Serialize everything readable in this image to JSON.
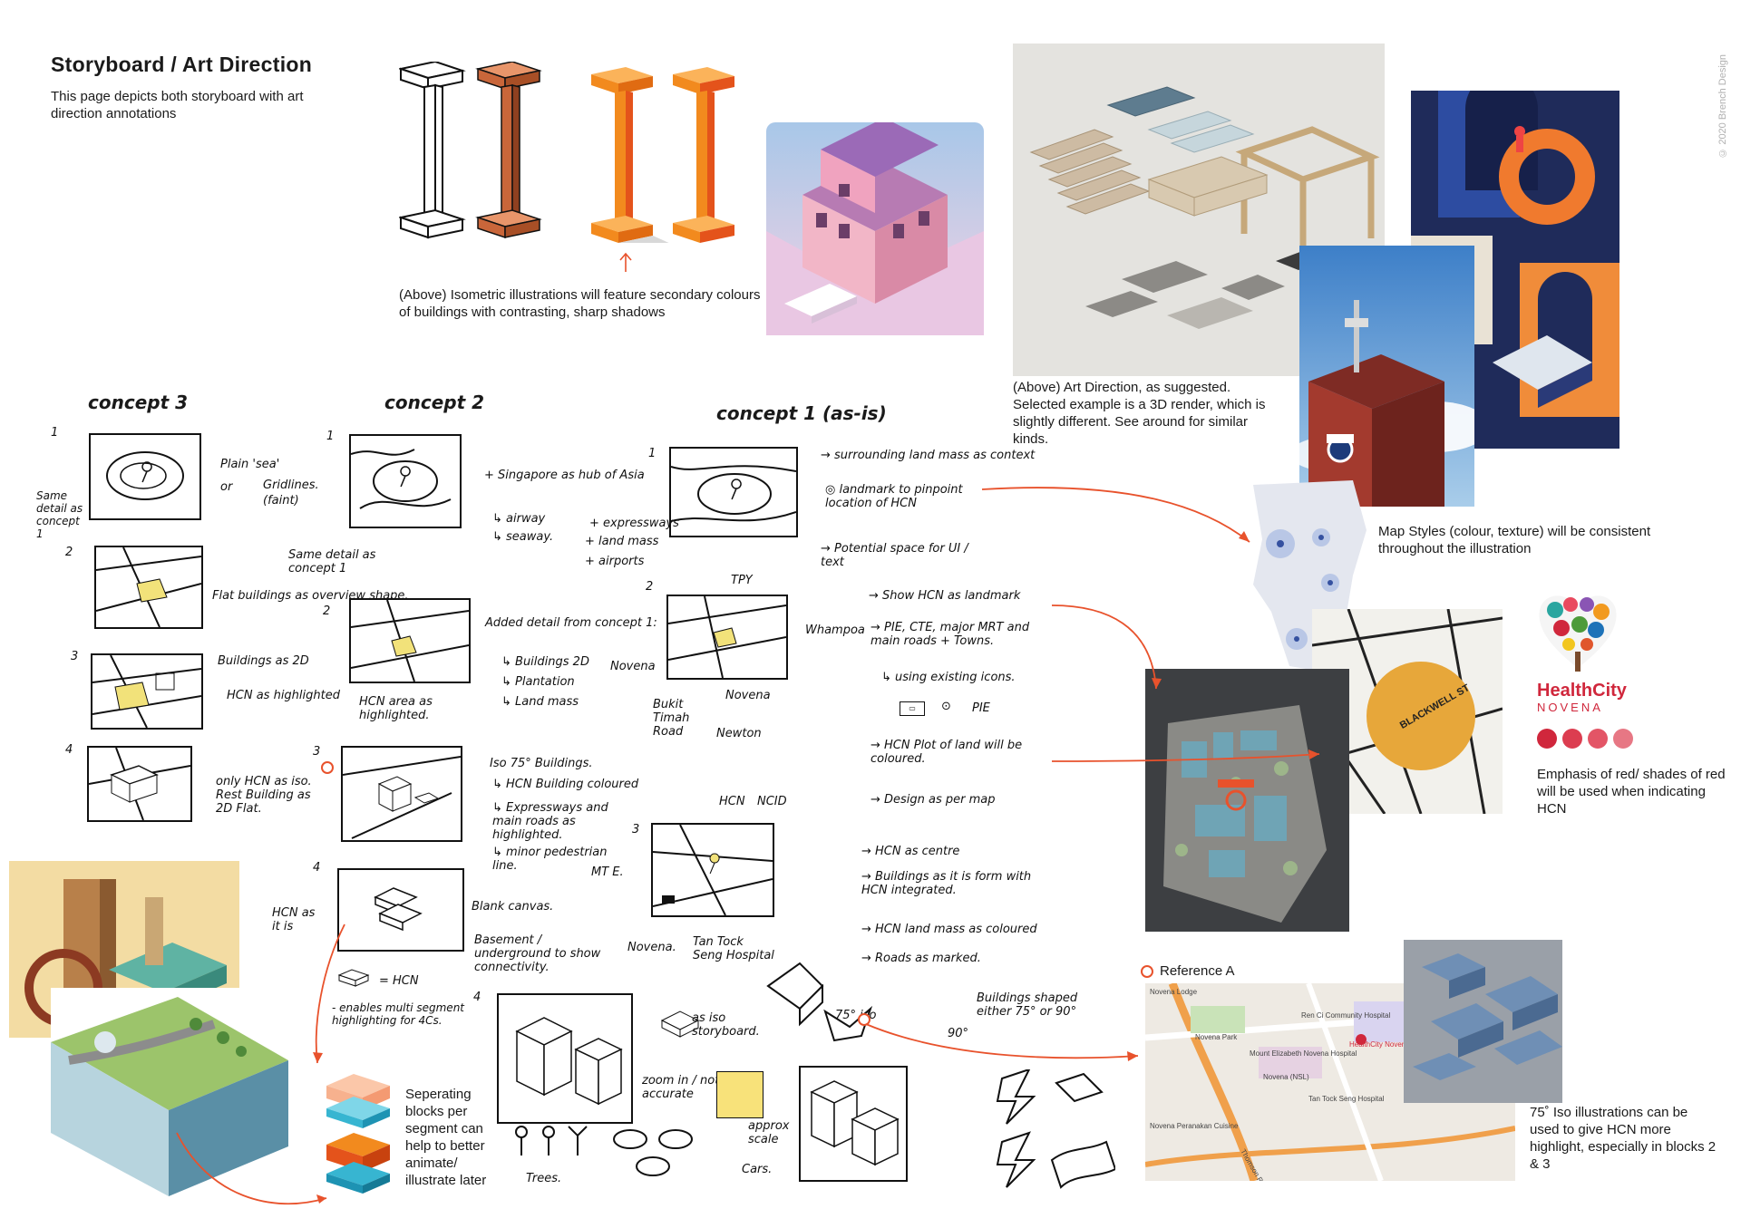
{
  "page": {
    "title": "Storyboard / Art Direction",
    "subtitle": "This page depicts both storyboard with art direction annotations",
    "copyright": "© 2020 Brench Design"
  },
  "captions": {
    "isometric": "(Above) Isometric illustrations will feature secondary colours of  buildings with contrasting, sharp shadows",
    "art_direction": "(Above) Art Direction, as suggested. Selected example is a 3D render, which is slightly different. See around for similar kinds.",
    "map_styles": "Map Styles (colour, texture) will be consistent throughout the illustration",
    "emphasis": "Emphasis of red/ shades of red will be used when indicating HCN",
    "separating": "Seperating blocks per segment can help to better animate/ illustrate later",
    "reference_a": "Reference A",
    "iso75": "75˚ Iso illustrations can be used to give HCN more highlight, especially in blocks 2 & 3"
  },
  "logo": {
    "name": "HealthCity",
    "sub": "NOVENA"
  },
  "concepts": {
    "c3": "concept 3",
    "c2": "concept 2",
    "c1": "concept 1 (as-is)"
  },
  "notes": {
    "c3_1a": "Plain 'sea'",
    "c3_1b": "or",
    "c3_1c": "Gridlines.",
    "c3_1d": "(faint)",
    "c3_same": "Same detail as concept 1",
    "c3_2": "Flat buildings as overview shape.",
    "c3_3a": "Buildings as 2D",
    "c3_3b": "HCN as highlighted",
    "c3_4": "only HCN as iso. Rest Building as 2D Flat.",
    "c2_1a": "+ Singapore as hub of Asia",
    "c2_1b": "↳ airway",
    "c2_1c": "↳ seaway.",
    "c2_same": "Same detail as concept 1",
    "c2_2a": "Added detail from concept 1:",
    "c2_2b": "↳ Buildings 2D",
    "c2_2c": "↳ Plantation",
    "c2_2d": "↳ Land mass",
    "c2_2e": "HCN area as highlighted.",
    "c2_3a": "Iso 75° Buildings.",
    "c2_3b": "↳ HCN Building coloured",
    "c2_3c": "↳ Expressways and main roads as highlighted.",
    "c2_3d": "↳ minor pedestrian line.",
    "c2_4a": "Blank canvas.",
    "c2_4b": "HCN as it is",
    "c2_4c": "Basement / underground to show connectivity.",
    "c2_4d": "= HCN",
    "c2_4e": "- enables multi segment highlighting for 4Cs.",
    "c1_1a": "+ expressways",
    "c1_1b": "+ land mass",
    "c1_1c": "+ airports",
    "c1_r1": "→ surrounding land mass as context",
    "c1_r2": "◎ landmark to pinpoint location of HCN",
    "c1_r3": "→ Potential space for UI / text",
    "c1_2a": "TPY",
    "c1_2b": "Whampoa",
    "c1_2c": "Novena",
    "c1_2d": "Bukit Timah Road",
    "c1_2e": "Novena",
    "c1_2f": "Newton",
    "c1_r4": "→ Show HCN as landmark",
    "c1_r5": "→ PIE, CTE, major MRT and main roads + Towns.",
    "c1_r6": "↳ using existing icons.",
    "c1_r7": "PIE",
    "c1_r8": "→ HCN Plot of land will be coloured.",
    "c1_r9": "→ Design as per map",
    "c1_3a": "HCN",
    "c1_3b": "NCID",
    "c1_3c": "MT E.",
    "c1_3d": "Novena.",
    "c1_3e": "Tan Tock Seng Hospital",
    "c1_r10": "→ HCN as centre",
    "c1_r11": "→ Buildings as it is form with HCN integrated.",
    "c1_r12": "→ HCN land mass as coloured",
    "c1_r13": "→ Roads as marked.",
    "c1_4a": "as iso storyboard.",
    "c1_4b": "zoom in / not accurate",
    "c1_4c": "approx scale",
    "c1_4d": "Trees.",
    "c1_4e": "Cars.",
    "c1_4f": "75° iso",
    "c1_4g": "90°",
    "c1_4h": "Buildings shaped either 75° or 90°"
  },
  "numbers": [
    "1",
    "2",
    "3",
    "4"
  ],
  "map_ref": {
    "labels": [
      "Novena Park",
      "Mount Elizabeth Novena Hospital",
      "Novena (NSL)",
      "Tan Tock Seng Hospital",
      "Ren Ci Community Hospital",
      "HealthCity Novena",
      "Thomson Road",
      "Novena Lodge",
      "Novena Peranakan Cuisine"
    ]
  },
  "colors": {
    "accent": "#e8522c",
    "hcn_red": "#d0273c",
    "orange": "#f28a1e",
    "map_dark": "#3d3f42"
  }
}
